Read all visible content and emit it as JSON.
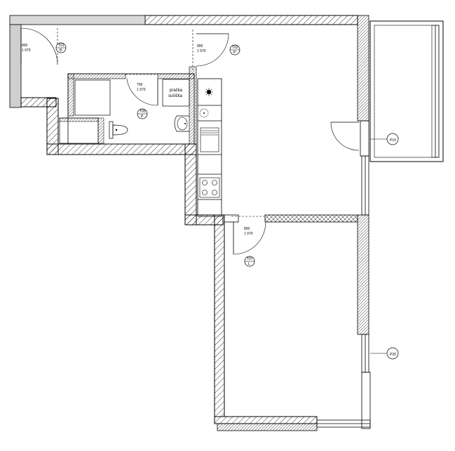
{
  "appliance_label": {
    "line1": "pračka",
    "line2": "sušička"
  },
  "doors": {
    "entrance": {
      "width": "800",
      "height": "1 970",
      "tag": "T01",
      "sub": "B"
    },
    "living": {
      "width": "800",
      "height": "1 970",
      "tag": "T02",
      "sub": "P"
    },
    "bathroom": {
      "width": "700",
      "height": "1 970",
      "tag": "T05",
      "sub": "P"
    },
    "bedroom": {
      "width": "800",
      "height": "1 970",
      "tag": "T07",
      "sub": "L"
    }
  },
  "windows": {
    "balcony_door": {
      "tag": "P19"
    },
    "bedroom_window": {
      "tag": "P20"
    }
  },
  "icons": [
    "wc-icon",
    "sink-icon",
    "shower-drain-icon",
    "cooktop-icon",
    "kitchen-sink-icon"
  ]
}
